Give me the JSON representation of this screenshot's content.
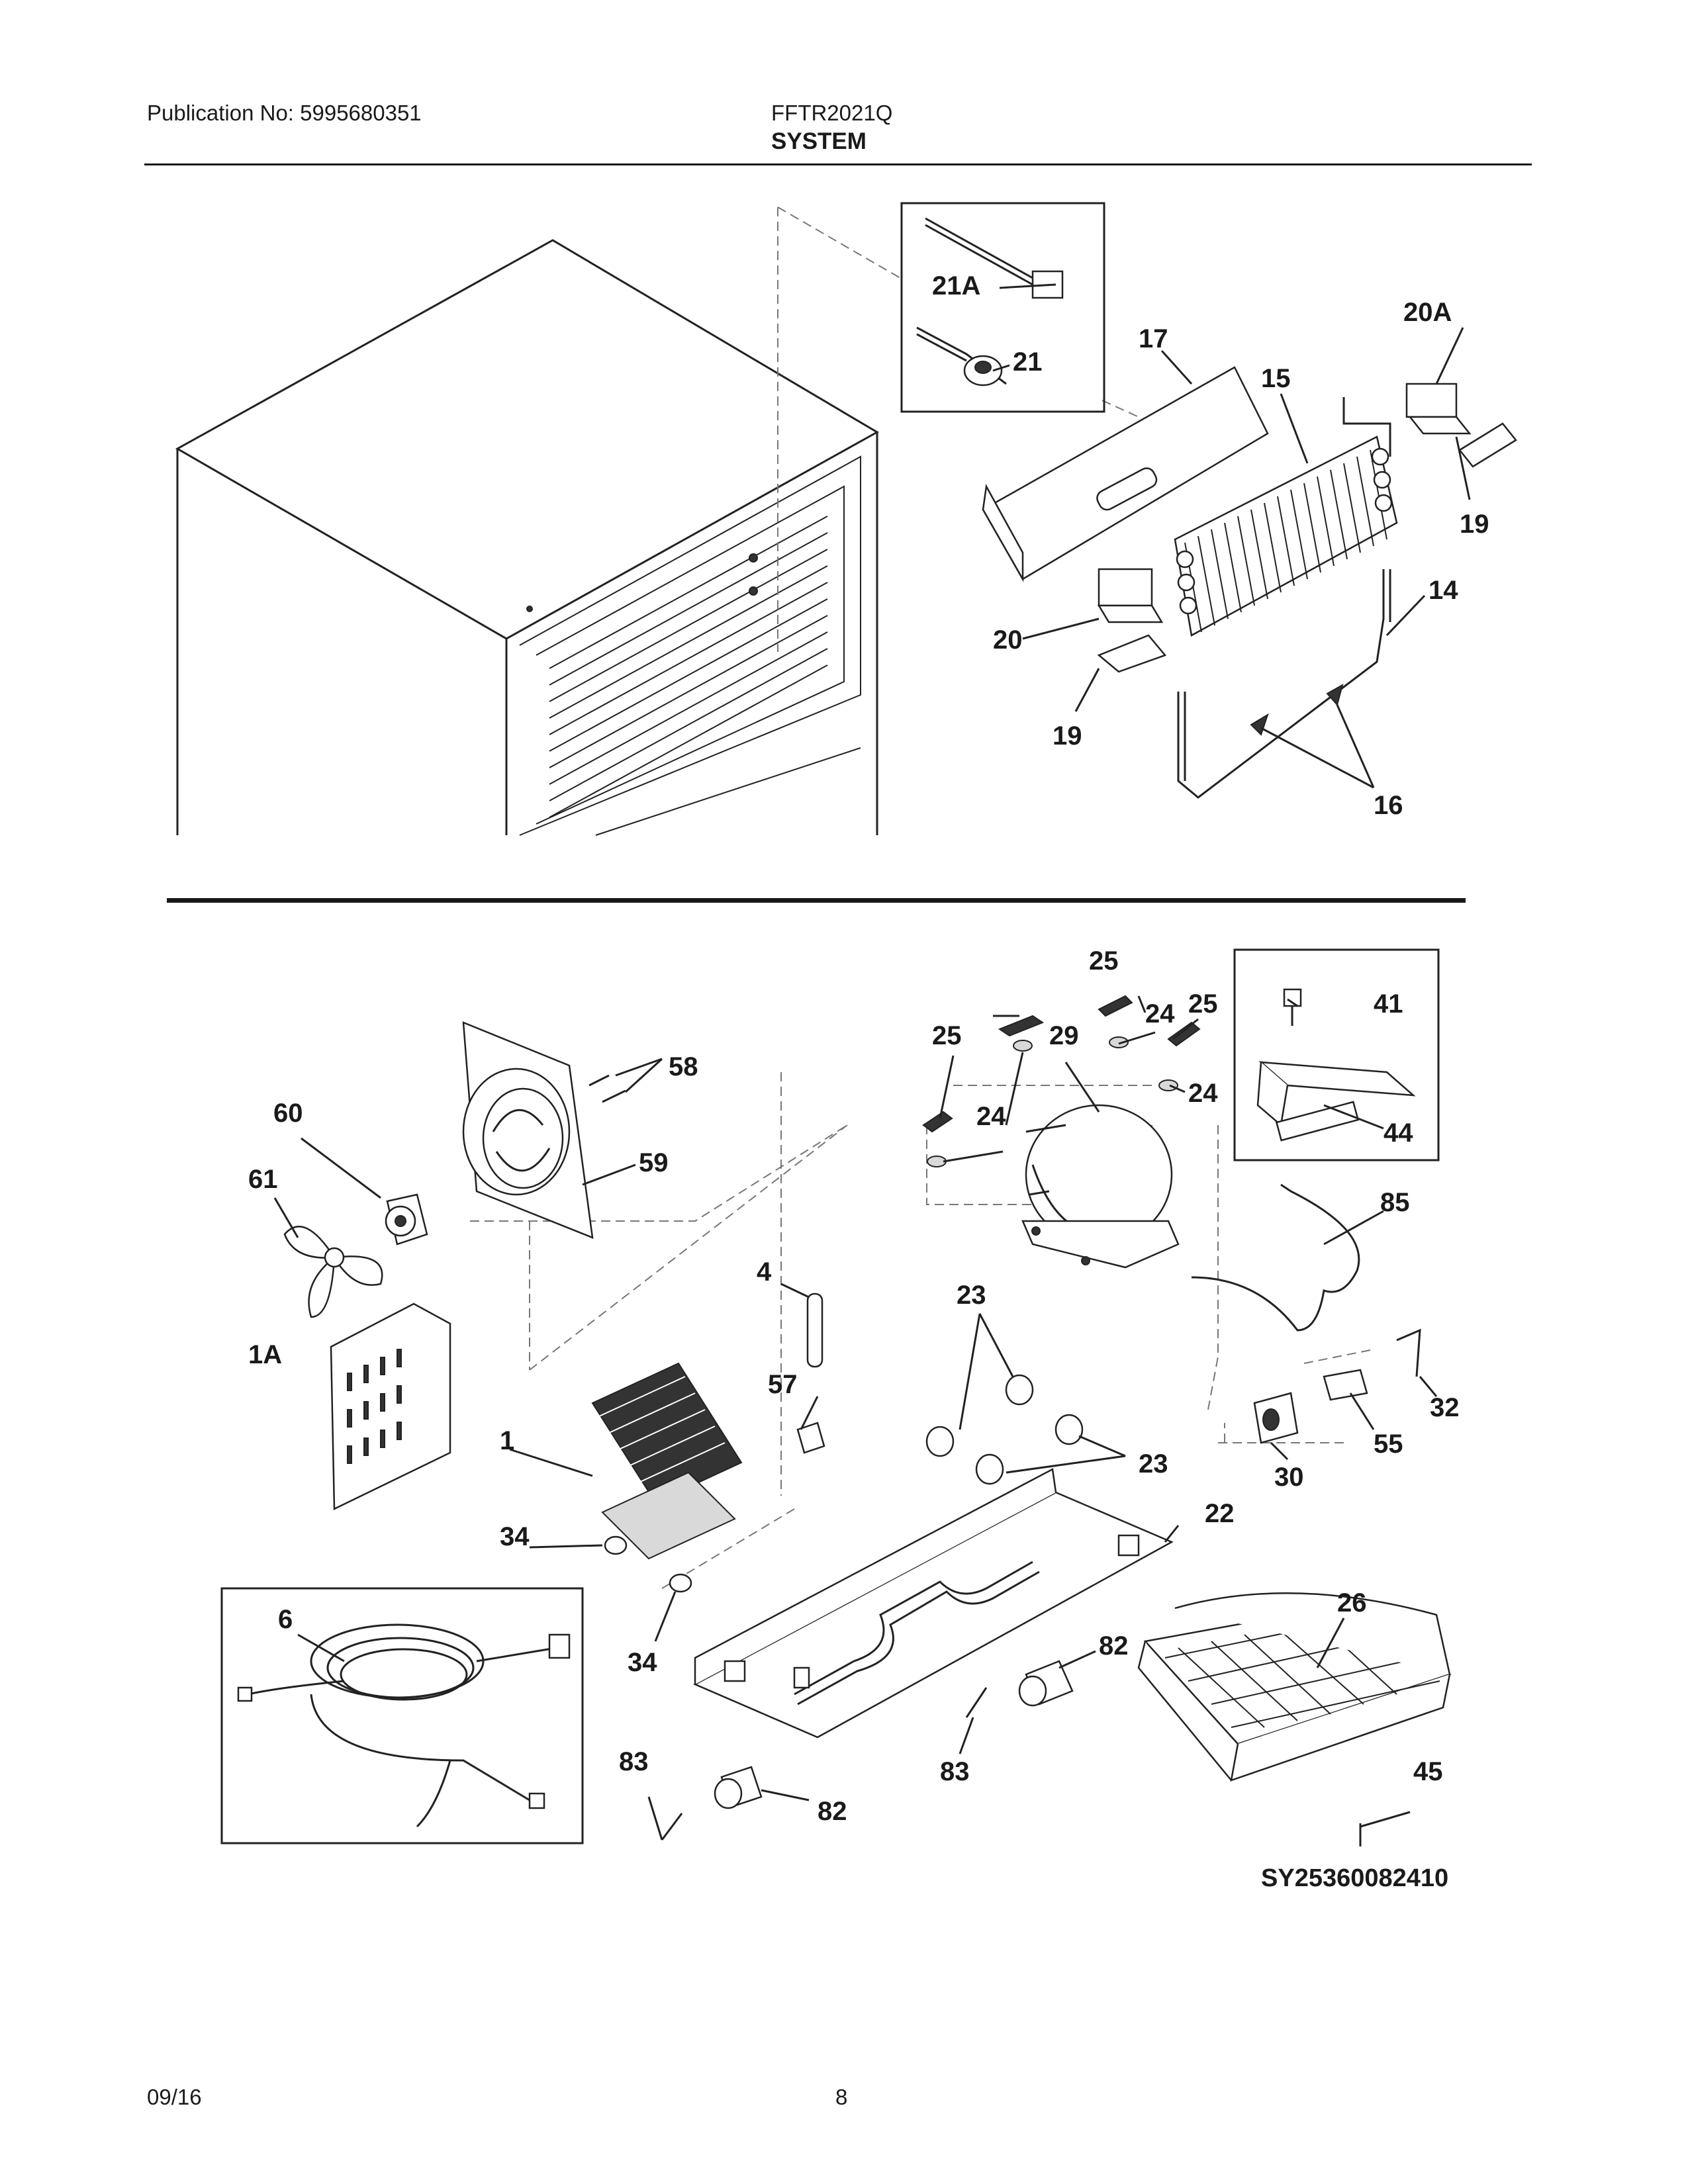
{
  "header": {
    "publication": "Publication No: 5995680351",
    "model": "FFTR2021Q",
    "section": "SYSTEM"
  },
  "footer": {
    "date": "09/16",
    "page": "8"
  },
  "diagram": {
    "code": "SY25360082410",
    "labels": [
      "21A",
      "21",
      "17",
      "20A",
      "15",
      "19",
      "14",
      "20",
      "19",
      "16",
      "25",
      "41",
      "24",
      "25",
      "25",
      "29",
      "58",
      "24",
      "24",
      "44",
      "60",
      "59",
      "61",
      "85",
      "4",
      "23",
      "1A",
      "57",
      "32",
      "1",
      "55",
      "23",
      "30",
      "34",
      "22",
      "6",
      "26",
      "34",
      "82",
      "83",
      "83",
      "45",
      "82"
    ]
  }
}
